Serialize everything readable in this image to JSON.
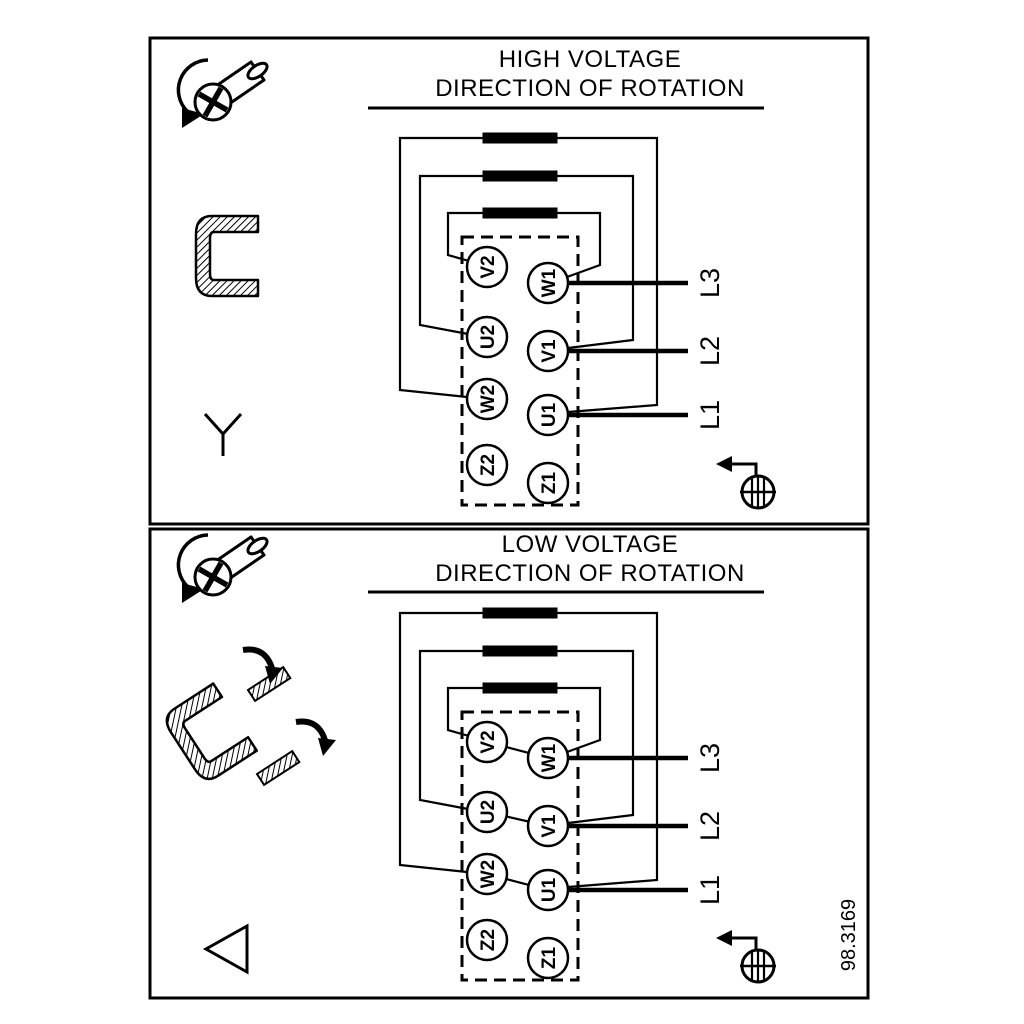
{
  "colors": {
    "ink": "#000000",
    "paper": "#ffffff"
  },
  "doc_number": "98.3169",
  "panels": [
    {
      "title_line1": "HIGH VOLTAGE",
      "title_line2": "DIRECTION OF ROTATION",
      "connection": "star",
      "terminals_left": [
        "V2",
        "U2",
        "W2",
        "Z2"
      ],
      "terminals_right": [
        "W1",
        "V1",
        "U1",
        "Z1"
      ],
      "supply_lines": [
        "L3",
        "L2",
        "L1"
      ],
      "icons": [
        "screw-rotation-icon",
        "jumper-bracket-icon",
        "star-symbol-icon",
        "rotation-direction-icon"
      ]
    },
    {
      "title_line1": "LOW VOLTAGE",
      "title_line2": "DIRECTION OF ROTATION",
      "connection": "delta",
      "terminals_left": [
        "V2",
        "U2",
        "W2",
        "Z2"
      ],
      "terminals_right": [
        "W1",
        "V1",
        "U1",
        "Z1"
      ],
      "supply_lines": [
        "L3",
        "L2",
        "L1"
      ],
      "icons": [
        "screw-rotation-icon",
        "jumper-removal-icon",
        "delta-symbol-icon",
        "rotation-direction-icon"
      ]
    }
  ]
}
